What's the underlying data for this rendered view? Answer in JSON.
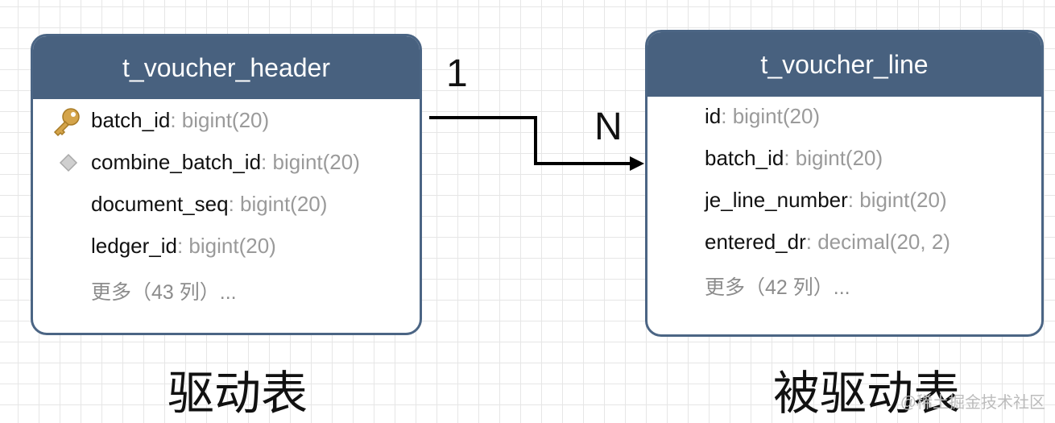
{
  "colors": {
    "header": "#48617f",
    "border": "#4b6584",
    "key": "#d4a44a",
    "type": "#9a9a9a",
    "line": "#000000"
  },
  "driving_table": {
    "name": "t_voucher_header",
    "columns": [
      {
        "icon": "key-icon",
        "name": "batch_id",
        "type": ": bigint(20)"
      },
      {
        "icon": "diamond-icon",
        "name": "combine_batch_id",
        "type": ": bigint(20)"
      },
      {
        "icon": "",
        "name": "document_seq",
        "type": ": bigint(20)"
      },
      {
        "icon": "",
        "name": "ledger_id",
        "type": ": bigint(20)"
      }
    ],
    "more": "更多（43 列）..."
  },
  "driven_table": {
    "name": "t_voucher_line",
    "columns": [
      {
        "name": "id",
        "type": ": bigint(20)"
      },
      {
        "name": "batch_id",
        "type": ": bigint(20)"
      },
      {
        "name": "je_line_number",
        "type": ": bigint(20)"
      },
      {
        "name": "entered_dr",
        "type": ": decimal(20, 2)"
      }
    ],
    "more": "更多（42 列）..."
  },
  "relation": {
    "one": "1",
    "many": "N"
  },
  "captions": {
    "driving": "驱动表",
    "driven": "被驱动表"
  },
  "watermark": "@稀土掘金技术社区"
}
